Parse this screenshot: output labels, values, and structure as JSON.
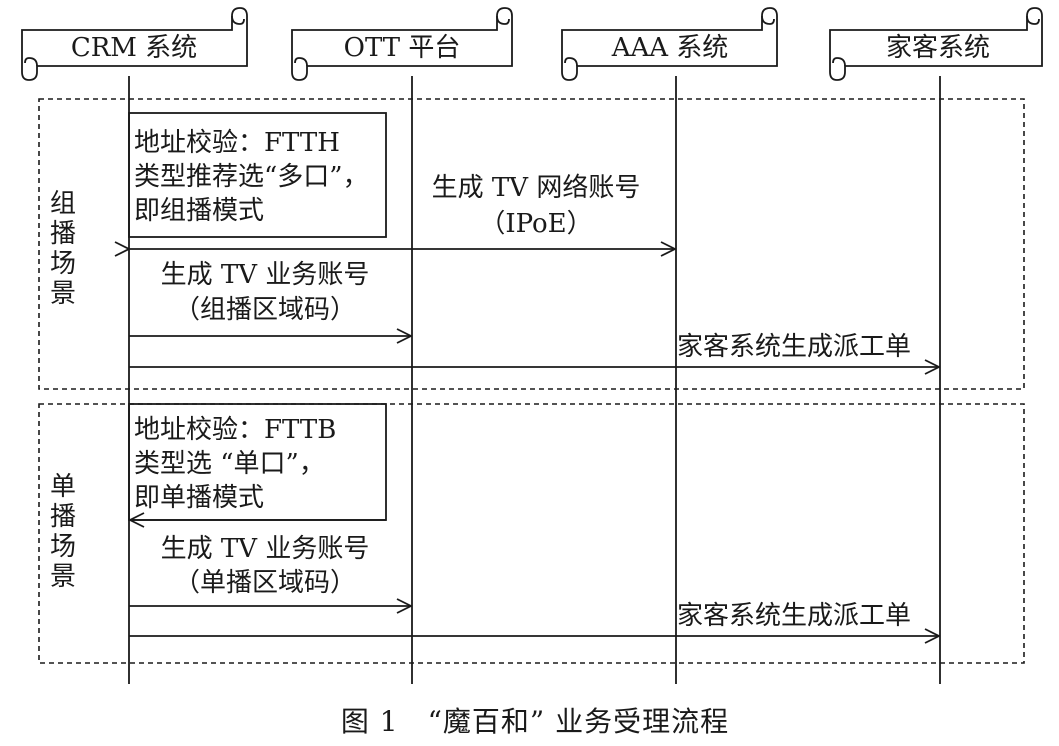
{
  "actors": [
    {
      "id": "crm",
      "label": "CRM 系统"
    },
    {
      "id": "ott",
      "label": "OTT 平台"
    },
    {
      "id": "aaa",
      "label": "AAA 系统"
    },
    {
      "id": "home",
      "label": "家客系统"
    }
  ],
  "scenarios": [
    {
      "label_chars": [
        "组",
        "播",
        "场",
        "景"
      ],
      "note_lines": [
        "地址校验：FTTH",
        "类型推荐选“多口”，",
        "即组播模式"
      ],
      "msg_net_account_lines": [
        "生成 TV 网络账号",
        "（IPoE）"
      ],
      "msg_tv_account_lines": [
        "生成 TV 业务账号",
        "（组播区域码）"
      ],
      "msg_dispatch": "家客系统生成派工单"
    },
    {
      "label_chars": [
        "单",
        "播",
        "场",
        "景"
      ],
      "note_lines": [
        "地址校验：FTTB",
        "类型选 “单口”，",
        "即单播模式"
      ],
      "msg_tv_account_lines": [
        "生成 TV 业务账号",
        "（单播区域码）"
      ],
      "msg_dispatch": "家客系统生成派工单"
    }
  ],
  "caption": "图 1　“魔百和” 业务受理流程"
}
